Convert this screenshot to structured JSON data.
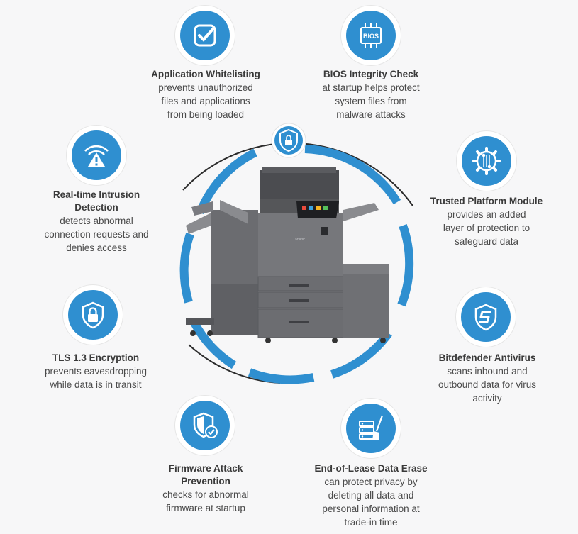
{
  "features": {
    "whitelisting": {
      "icon": "checkmark-icon",
      "title": "Application Whitelisting",
      "desc_lines": [
        "prevents unauthorized",
        "files and applications",
        "from being loaded"
      ]
    },
    "bios": {
      "icon": "bios-chip-icon",
      "chip_text": "BIOS",
      "title": "BIOS Integrity Check",
      "desc_lines": [
        "at startup helps protect",
        "system files from",
        "malware attacks"
      ]
    },
    "intrusion": {
      "icon": "wifi-warning-icon",
      "title_lines": [
        "Real-time Intrusion",
        "Detection"
      ],
      "desc_lines": [
        "detects abnormal",
        "connection requests and",
        "denies access"
      ]
    },
    "tpm": {
      "icon": "gear-circuit-icon",
      "title": "Trusted Platform Module",
      "desc_lines": [
        "provides an added",
        "layer of protection to",
        "safeguard data"
      ]
    },
    "tls": {
      "icon": "shield-lock-icon",
      "title": "TLS 1.3 Encryption",
      "desc_lines": [
        "prevents eavesdropping",
        "while data is in transit"
      ]
    },
    "bitdefender": {
      "icon": "bitdefender-shield-icon",
      "title": "Bitdefender Antivirus",
      "desc_lines": [
        "scans inbound and",
        "outbound data for virus",
        "activity"
      ]
    },
    "firmware": {
      "icon": "shield-check-icon",
      "title_lines": [
        "Firmware Attack",
        "Prevention"
      ],
      "desc_lines": [
        "checks for abnormal",
        "firmware at startup"
      ]
    },
    "erase": {
      "icon": "server-broom-icon",
      "title": "End-of-Lease Data Erase",
      "desc_lines": [
        "can protect privacy by",
        "deleting all data and",
        "personal information at",
        "trade-in time"
      ]
    }
  },
  "center": {
    "icon": "shield-lock-icon",
    "printer": "multifunction-printer-illustration",
    "brand": "SHARP"
  },
  "colors": {
    "accent": "#2f8fd0",
    "ring": "#2f8fd0",
    "dark_ring": "#2b2b2b"
  }
}
